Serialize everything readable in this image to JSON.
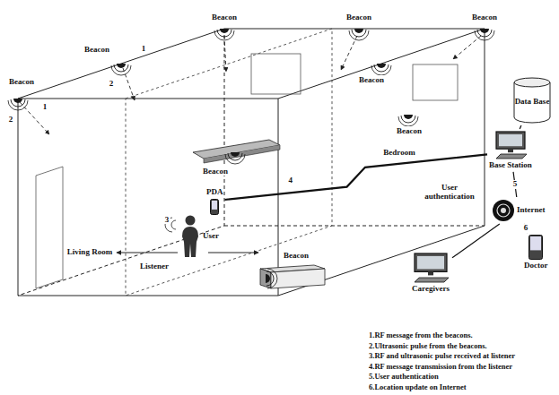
{
  "diagram": {
    "nodes": [
      {
        "text": [
          "Data Base"
        ]
      },
      {
        "text": [
          "Base Station"
        ]
      },
      {
        "text": [
          "Internet"
        ]
      },
      {
        "text": [
          "Caregivers"
        ]
      },
      {
        "text": [
          "Doctor"
        ]
      },
      {
        "text": [
          "User"
        ]
      },
      {
        "text": [
          "PDA"
        ]
      }
    ],
    "edges": [
      {
        "from": 0,
        "to": 1,
        "arrow": "none"
      },
      {
        "from": 6,
        "to": 1,
        "label": "4",
        "arrow": "none"
      },
      {
        "from": 1,
        "to": 2,
        "label": "5",
        "arrow": "none"
      },
      {
        "from": 2,
        "to": 3,
        "arrow": "none"
      },
      {
        "from": 2,
        "to": 4,
        "label": "6",
        "arrow": "none"
      }
    ],
    "labels": [
      "Beacon",
      "Beacon",
      "Beacon",
      "Beacon",
      "Beacon",
      "Beacon",
      "Beacon",
      "Beacon",
      "Beacon",
      "1",
      "2",
      "1",
      "2",
      "Bedroom",
      "Living Room",
      "3",
      "Listener",
      "User authentication",
      "1.RF message from the beacons.",
      "2.Ultrasonic pulse from the beacons.",
      "3.RF and ultrasonic pulse received at listener",
      "4.RF message transmission from the listener",
      "5.User authentication",
      "6.Location update on Internet"
    ]
  }
}
